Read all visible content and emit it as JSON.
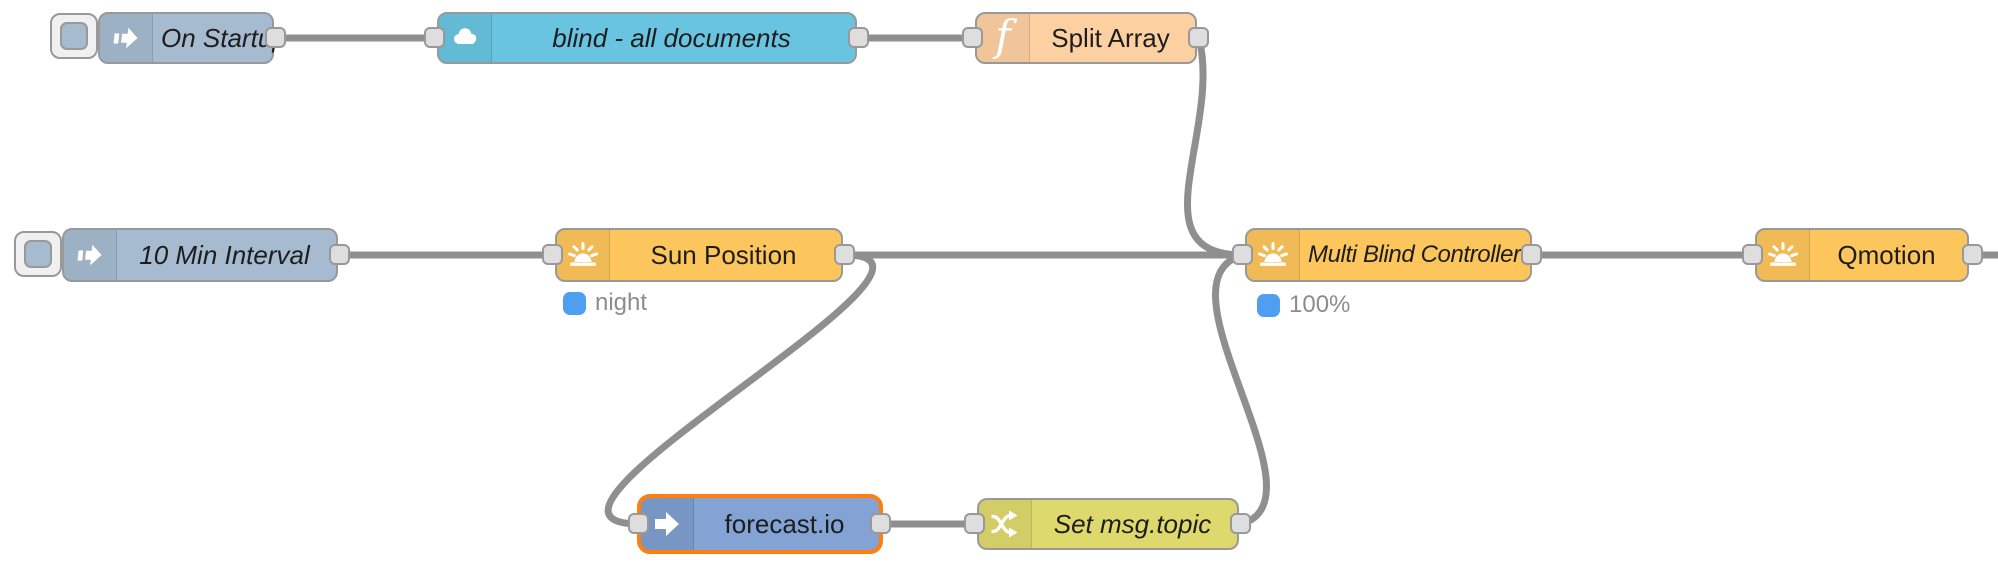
{
  "app": "Node-RED flow editor canvas",
  "colors": {
    "canvas_background": "#ffffff",
    "wire": "#8f8f8f",
    "node_border": "#999999",
    "selected_node_border": "#ff7f0e",
    "port_fill": "#dedede",
    "inject_node": "#a6bbcf",
    "cloud_node": "#69c4e1",
    "function_node": "#fdd0a2",
    "sun_node": "#fdc65c",
    "forecast_node": "#83a3d4",
    "change_node": "#ded96d",
    "status_indicator": "#4f9ff0",
    "status_text": "#8c8c8c"
  },
  "nodes": {
    "on_startup": {
      "label": "On Startup",
      "type": "inject",
      "icon": "inject-arrow"
    },
    "blind_all_documents": {
      "label": "blind - all documents",
      "type": "cloud-in",
      "icon": "cloud"
    },
    "split_array": {
      "label": "Split Array",
      "type": "function",
      "icon": "function-f"
    },
    "ten_min_interval": {
      "label": "10 Min Interval",
      "type": "inject",
      "icon": "inject-arrow"
    },
    "sun_position": {
      "label": "Sun Position",
      "type": "sun",
      "icon": "sunrise",
      "status": "night"
    },
    "multi_blind_controller": {
      "label": "Multi Blind Controller",
      "type": "sun",
      "icon": "sunrise",
      "status": "100%"
    },
    "qmotion": {
      "label": "Qmotion",
      "type": "sun",
      "icon": "sunrise"
    },
    "forecast_io": {
      "label": "forecast.io",
      "type": "forecast",
      "icon": "arrow-right",
      "selected": true
    },
    "set_msg_topic": {
      "label": "Set msg.topic",
      "type": "change",
      "icon": "shuffle"
    }
  },
  "connections": [
    {
      "from": "on_startup",
      "to": "blind_all_documents"
    },
    {
      "from": "blind_all_documents",
      "to": "split_array"
    },
    {
      "from": "split_array",
      "to": "multi_blind_controller"
    },
    {
      "from": "ten_min_interval",
      "to": "sun_position"
    },
    {
      "from": "sun_position",
      "to": "multi_blind_controller"
    },
    {
      "from": "sun_position",
      "to": "forecast_io"
    },
    {
      "from": "forecast_io",
      "to": "set_msg_topic"
    },
    {
      "from": "set_msg_topic",
      "to": "multi_blind_controller"
    },
    {
      "from": "multi_blind_controller",
      "to": "qmotion"
    },
    {
      "from": "qmotion",
      "to": "offscreen-right"
    }
  ]
}
